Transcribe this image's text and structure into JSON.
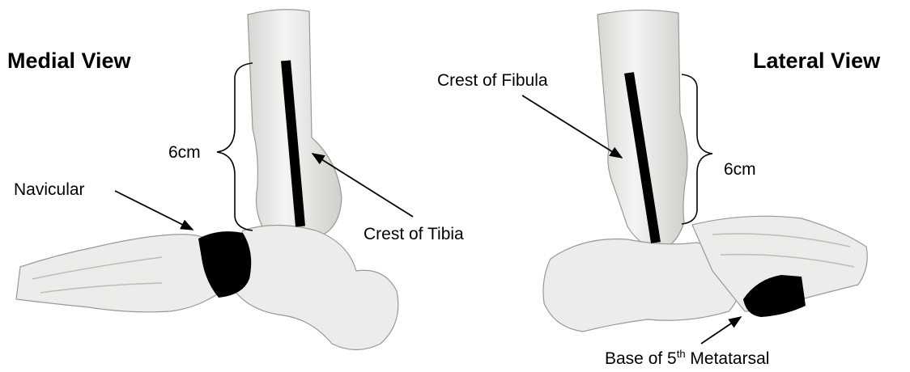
{
  "colors": {
    "bone": "#ececea",
    "bone_shade": "#c9c9c4",
    "marker": "#000000",
    "text": "#000000"
  },
  "medial": {
    "title": "Medial View",
    "brace_label": "6cm",
    "navicular_label": "Navicular",
    "tibia_label": "Crest of Tibia"
  },
  "lateral": {
    "title": "Lateral View",
    "brace_label": "6cm",
    "fibula_label": "Crest of Fibula",
    "metatarsal_label_pre": "Base of 5",
    "metatarsal_label_sup": "th",
    "metatarsal_label_post": " Metatarsal"
  }
}
